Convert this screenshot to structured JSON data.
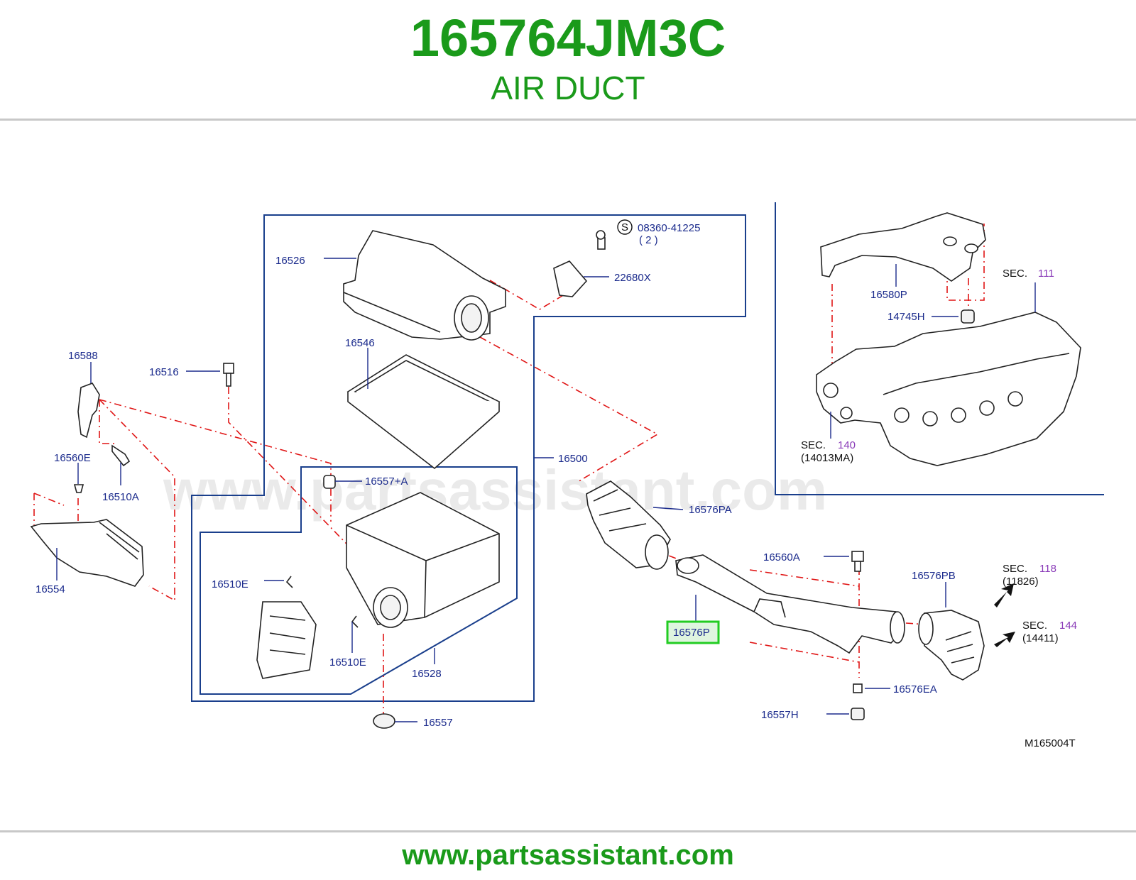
{
  "header": {
    "part_number": "165764JM3C",
    "part_name": "AIR DUCT"
  },
  "footer": {
    "website": "www.partsassistant.com"
  },
  "watermark": "www.partsassistant.com",
  "diagram_code": "M165004T",
  "highlighted_part": "16576P",
  "labels": {
    "p16526": "16526",
    "p08360": "08360-41225",
    "p08360_qty": "( 2 )",
    "s_mark": "S",
    "p22680X": "22680X",
    "p16546": "16546",
    "p16588": "16588",
    "p16516": "16516",
    "p16560E": "16560E",
    "p16510A": "16510A",
    "p16554": "16554",
    "p16500": "16500",
    "p16557A": "16557+A",
    "p16510E_a": "16510E",
    "p16510E_b": "16510E",
    "p16528": "16528",
    "p16557": "16557",
    "p16576PA": "16576PA",
    "p16560A": "16560A",
    "p16576PB": "16576PB",
    "p16576EA": "16576EA",
    "p16557H": "16557H",
    "p16580P": "16580P",
    "p14745H": "14745H",
    "sec_111_label": "SEC.",
    "sec_111_num": "111",
    "sec_140_label": "SEC.",
    "sec_140_num": "140",
    "sec_140_ref": "(14013MA)",
    "sec_118_label": "SEC.",
    "sec_118_num": "118",
    "sec_118_ref": "(11826)",
    "sec_144_label": "SEC.",
    "sec_144_num": "144",
    "sec_144_ref": "(14411)"
  },
  "colors": {
    "title_green": "#1a9a1a",
    "label_blue": "#1a2a8c",
    "section_purple": "#8a3bb8",
    "dash_red": "#e01515",
    "highlight_green": "#22cc22",
    "highlight_fill": "#dff5df"
  }
}
